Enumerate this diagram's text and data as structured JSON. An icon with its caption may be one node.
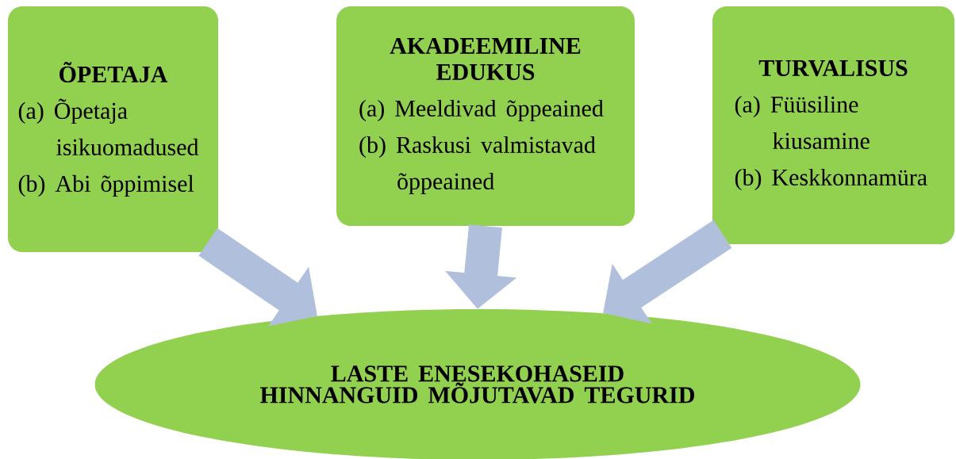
{
  "diagram": {
    "nodes": [
      {
        "text": [
          "ÕPETAJA",
          "(a) Õpetaja isikuomadused",
          "(b) Abi õppimisel"
        ]
      },
      {
        "text": [
          "AKADEEMILINE EDUKUS",
          "(a) Meeldivad õppeained",
          "(b) Raskusi valmistavad õppeained"
        ]
      },
      {
        "text": [
          "TURVALISUS",
          "(a) Füüsiline kiusamine",
          "(b) Keskkonnamüra"
        ]
      },
      {
        "text": [
          "LASTE ENESEKOHASEID HINNANGUID MÕJUTAVAD TEGURID"
        ]
      }
    ],
    "edges": [
      {
        "from": 0,
        "to": 3,
        "arrow": "to"
      },
      {
        "from": 1,
        "to": 3,
        "arrow": "to"
      },
      {
        "from": 2,
        "to": 3,
        "arrow": "to"
      }
    ]
  }
}
